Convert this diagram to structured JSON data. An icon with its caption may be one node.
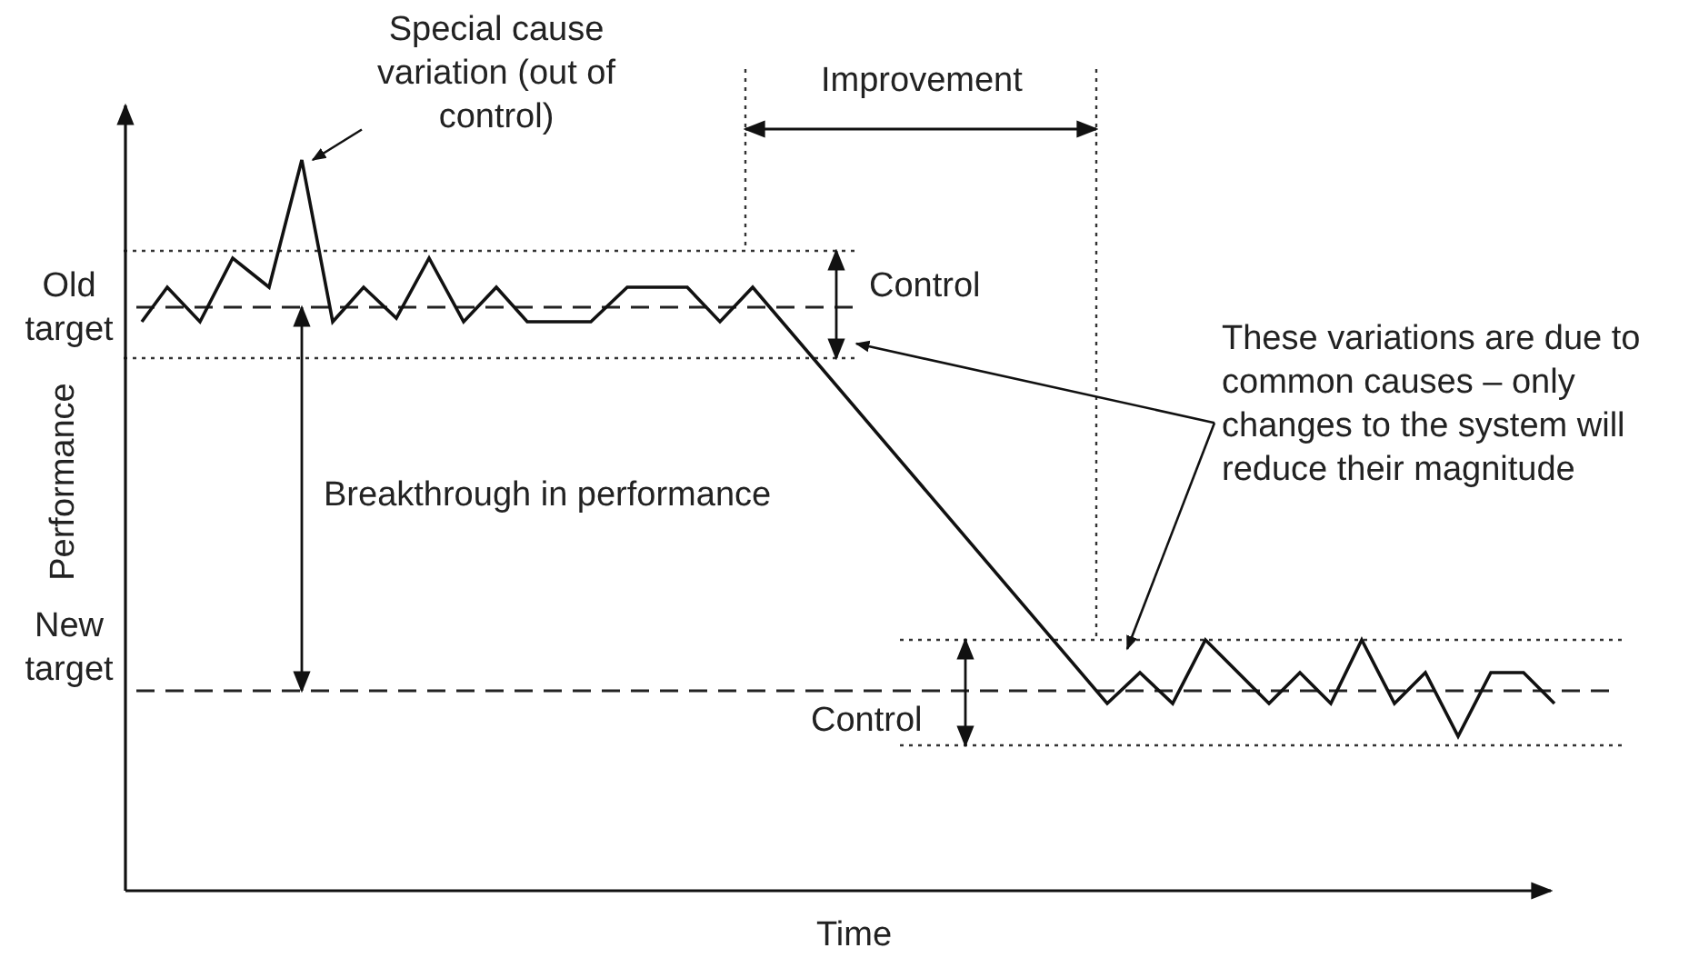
{
  "diagram": {
    "nodes": [
      {
        "text": [
          "Special cause variation (out of control)"
        ]
      },
      {
        "text": [
          "These variations are due to common causes – only changes to the system will reduce their magnitude"
        ]
      }
    ],
    "edges": [
      {
        "from": 0,
        "to": null,
        "arrow": "to"
      },
      {
        "from": 1,
        "to": null,
        "arrow": "to"
      },
      {
        "from": 1,
        "to": null,
        "arrow": "to"
      }
    ],
    "labels": [
      "Improvement",
      "Old target",
      "Control",
      "Performance",
      "Breakthrough in performance",
      "New target",
      "Control",
      "Time"
    ]
  }
}
